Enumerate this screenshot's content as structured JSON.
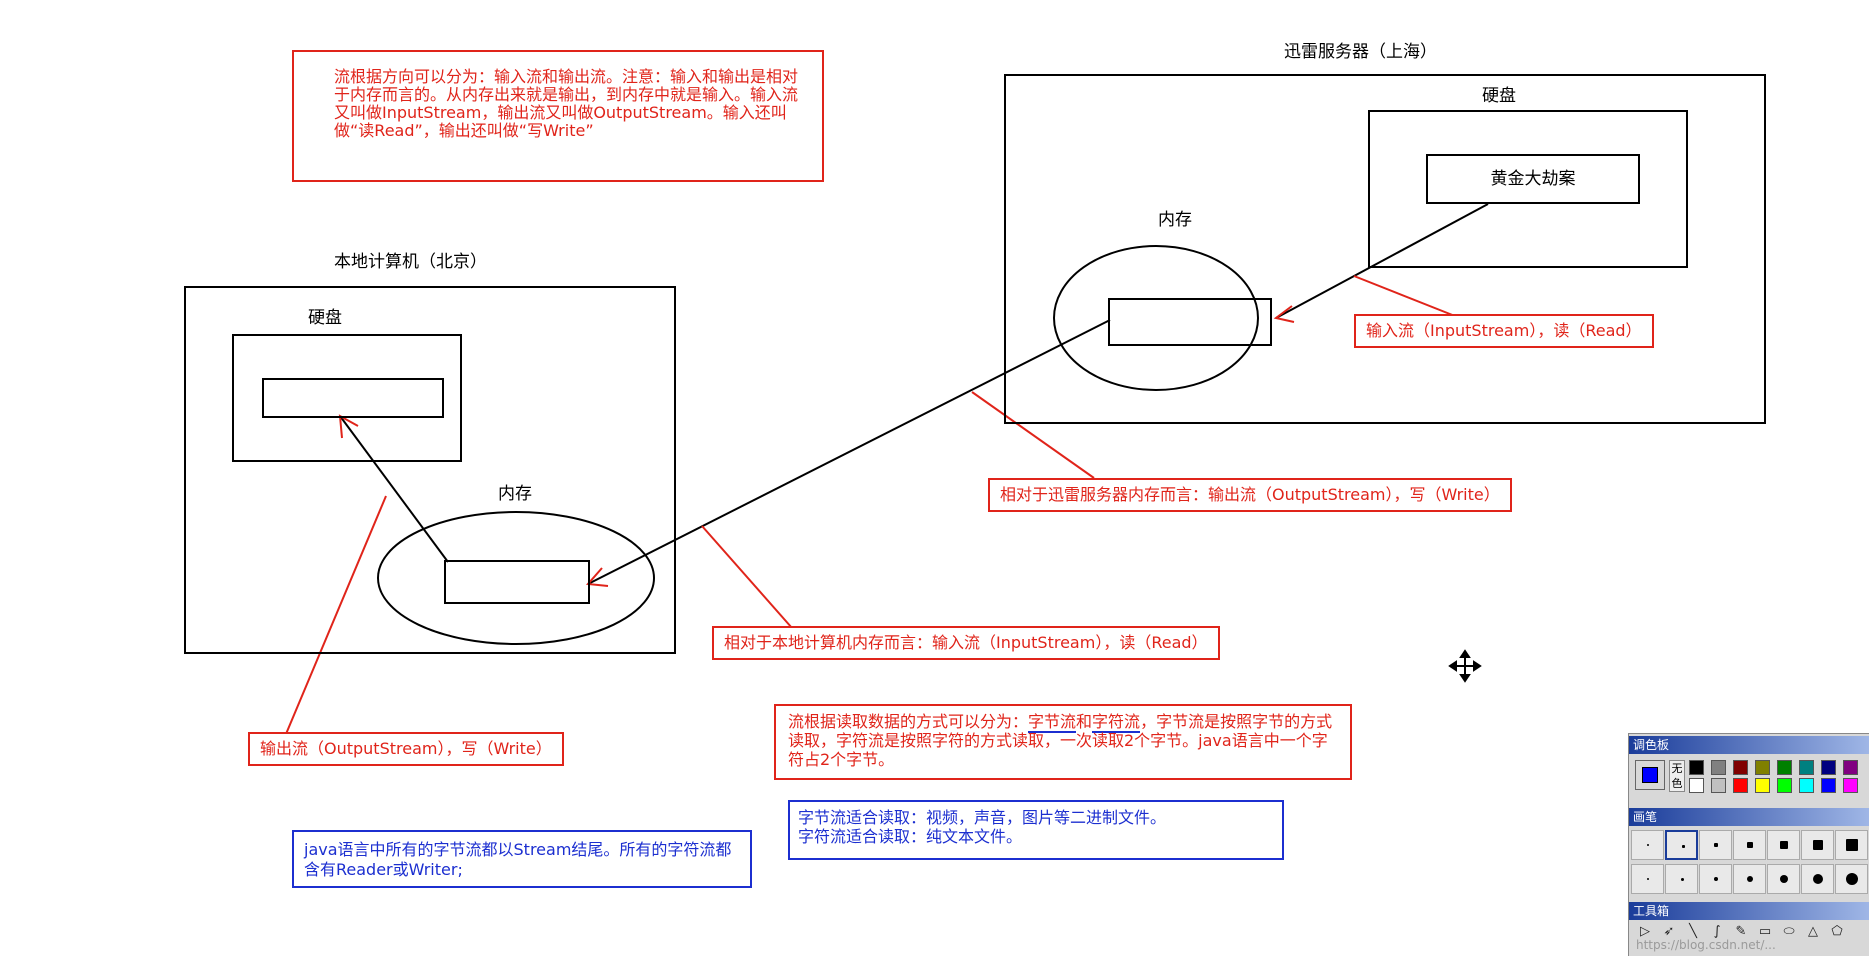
{
  "notes": {
    "direction": "流根据方向可以分为：输入流和输出流。注意：输入和输出是相对于内存而言的。从内存出来就是输出，到内存中就是输入。输入流又叫做InputStream，输出流又叫做OutputStream。输入还叫做“读Read”，输出还叫做“写Write”",
    "kind_part1": "流根据读取数据的方式可以分为：",
    "kind_byte": "字节流",
    "kind_and": "和",
    "kind_char": "字符流",
    "kind_part2": "，字节流是按照字节的方式读取，字符流是按照字符的方式读取，一次读取2个字节。java语言中一个字符占2个字节。",
    "java_suffix": "java语言中所有的字节流都以Stream结尾。所有的字符流都含有Reader或Writer;",
    "suitability_line1": "字节流适合读取：视频，声音，图片等二进制文件。",
    "suitability_line2": "字符流适合读取：纯文本文件。"
  },
  "server": {
    "title": "迅雷服务器（上海）",
    "disk_label": "硬盘",
    "file_name": "黄金大劫案",
    "memory_label": "内存"
  },
  "local": {
    "title": "本地计算机（北京）",
    "disk_label": "硬盘",
    "memory_label": "内存"
  },
  "labels": {
    "server_input": "输入流（InputStream），读（Read）",
    "server_output": "相对于迅雷服务器内存而言：输出流（OutputStream），写（Write）",
    "local_input": "相对于本地计算机内存而言：输入流（InputStream），读（Read）",
    "local_output": "输出流（OutputStream），写（Write）"
  },
  "palette": {
    "title": "调色板",
    "none_label": "无色",
    "brush_title": "画笔",
    "toolbox_title": "工具箱",
    "colors_row1": [
      "#000000",
      "#808080",
      "#800000",
      "#808000",
      "#008000",
      "#008080",
      "#000080",
      "#800080"
    ],
    "colors_row2": [
      "#ffffff",
      "#c0c0c0",
      "#ff0000",
      "#ffff00",
      "#00ff00",
      "#00ffff",
      "#0000ff",
      "#ff00ff"
    ],
    "current_color": "#0000ff"
  },
  "watermark": "https://blog.csdn.net/..."
}
